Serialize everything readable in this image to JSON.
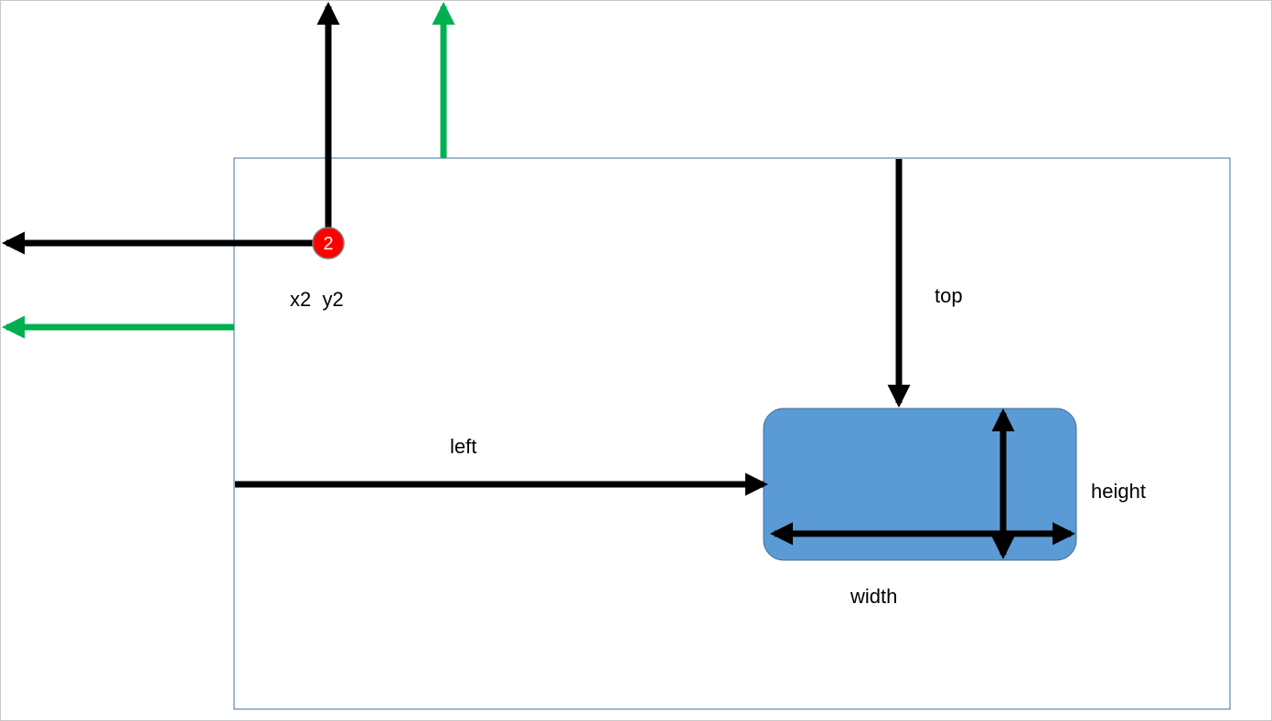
{
  "colors": {
    "arrow_black": "#000000",
    "arrow_green": "#00b050",
    "container_border": "#41719c",
    "box_fill": "#5b9bd5",
    "box_border": "#41719c",
    "marker_fill": "#ff0000",
    "marker_border": "#7f7f7f"
  },
  "marker": {
    "label": "2"
  },
  "labels": {
    "coords": "x2  y2",
    "top": "top",
    "left": "left",
    "height": "height",
    "width": "width"
  }
}
